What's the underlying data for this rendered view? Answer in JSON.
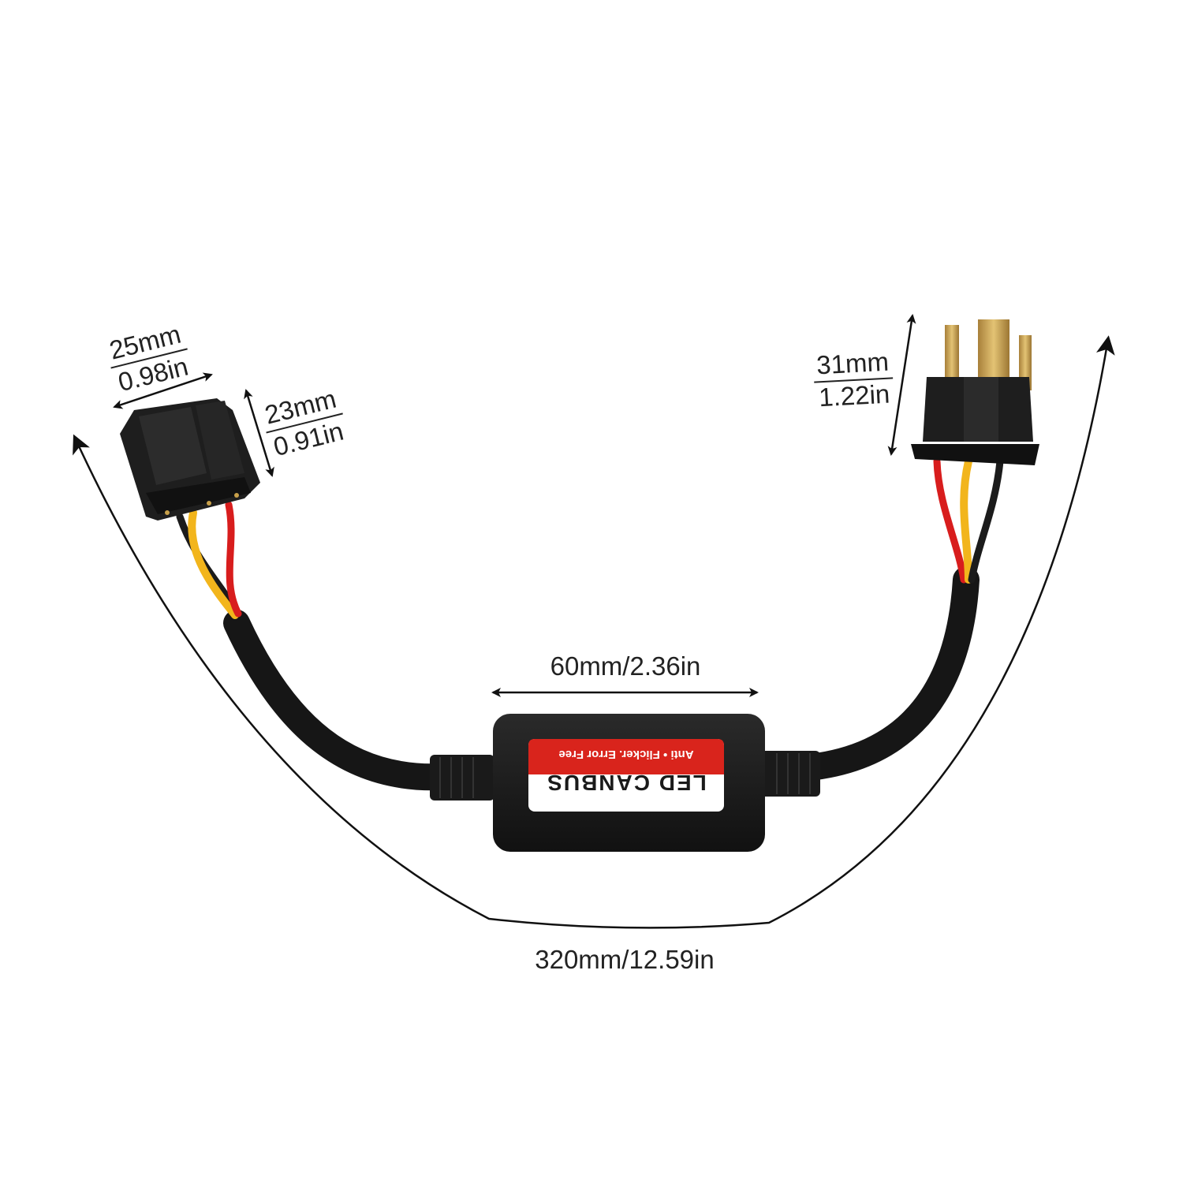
{
  "dimensions": {
    "left_socket_width": {
      "mm": "25mm",
      "in": "0.98in"
    },
    "left_socket_height": {
      "mm": "23mm",
      "in": "0.91in"
    },
    "right_plug_height": {
      "mm": "31mm",
      "in": "1.22in"
    },
    "module_length": "60mm/2.36in",
    "total_length": "320mm/12.59in"
  },
  "module_label": {
    "tagline": "Anti • Flicker. Error Free",
    "title": "LED CANBUS"
  },
  "colors": {
    "cable": "#161616",
    "connector": "#1e1e1e",
    "wire_red": "#d81d1d",
    "wire_yellow": "#f2b51c",
    "wire_black": "#1b1b1b",
    "label_red": "#d9241c",
    "pin_gold": "#c9a14a",
    "dimension_line": "#111111"
  }
}
